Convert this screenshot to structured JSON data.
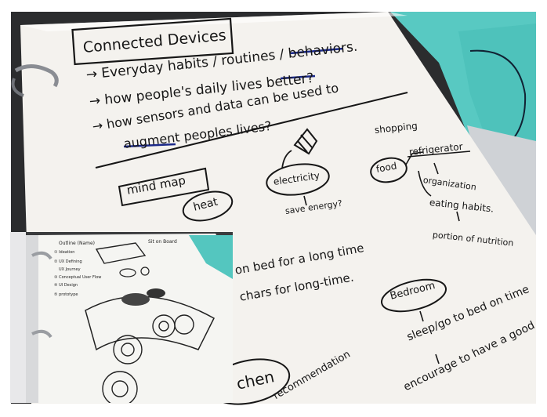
{
  "main_page": {
    "title": "Connected Devices",
    "bullets": [
      "→ Everyday habits / routines / behaviors.",
      "→ how people's daily lives better?",
      "→ how sensors and data can be used to",
      "augment peoples lives?"
    ],
    "mind_map_label": "mind map",
    "nodes": {
      "heat": "heat",
      "electricity": "electricity",
      "save_energy": "save energy?",
      "food": "food",
      "shopping": "shopping",
      "refrigerator": "refrigerator",
      "organization": "organization",
      "eating_habits": "eating habits.",
      "portion_nutrition": "portion of nutrition",
      "bed_longtime": "on bed for a long time",
      "chairs_longtime": "chars for long-time.",
      "bedroom": "Bedroom",
      "sleep": "sleep/go to bed on time",
      "encourage": "encourage to have a good",
      "kitchen": "chen",
      "recommendation": "recommendation"
    }
  },
  "inset_page": {
    "heading": "Outline (Name)",
    "items": [
      "① Ideation",
      "② UX Defining",
      "UX Journey",
      "③ Conceptual User Flow",
      "④ UI Design",
      "⑤ prototype"
    ],
    "top_note": "Sit on Board"
  },
  "colors": {
    "paper": "#f4f2ee",
    "ink": "#161616",
    "blue_underline": "#1c2a8a",
    "sticky_note": "#4fc7c0",
    "binder_ring": "#8a8d93"
  }
}
